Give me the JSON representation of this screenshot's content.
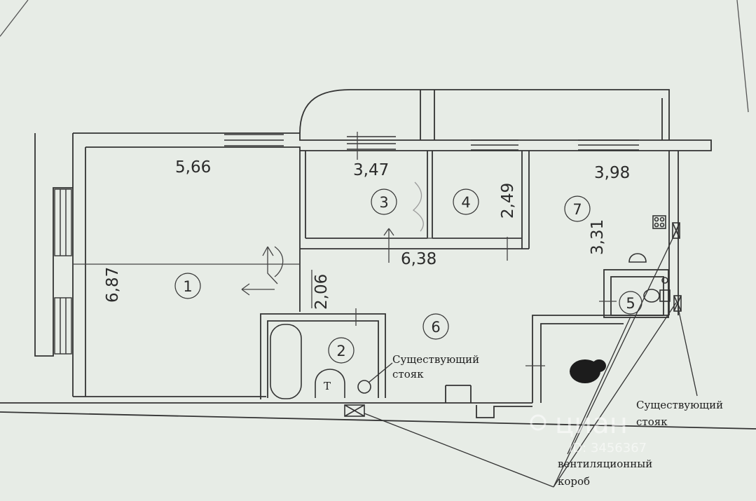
{
  "rooms": [
    {
      "id": "1",
      "label": "1"
    },
    {
      "id": "2",
      "label": "2"
    },
    {
      "id": "3",
      "label": "3"
    },
    {
      "id": "4",
      "label": "4"
    },
    {
      "id": "5",
      "label": "5"
    },
    {
      "id": "6",
      "label": "6"
    },
    {
      "id": "7",
      "label": "7"
    }
  ],
  "dimensions": {
    "room1_width": "5,66",
    "room1_length": "6,87",
    "room3_width": "3,47",
    "room4_length": "2,49",
    "room7_width": "3,98",
    "room7_length": "3,31",
    "corridor_length": "6,38",
    "corridor_width": "2,06"
  },
  "annotations": {
    "riser_left_line1": "Существующий",
    "riser_left_line2": "стояк",
    "riser_right_line1": "Существующий",
    "riser_right_line2": "стояк",
    "vent_line1": "вентиляционный",
    "vent_line2": "короб",
    "bath_fixture_letter": "T"
  },
  "watermark": {
    "brand": "циан",
    "id": "ID: 3456367"
  },
  "colors": {
    "paper": "#e7ece6",
    "ink": "#2b2b2b"
  }
}
